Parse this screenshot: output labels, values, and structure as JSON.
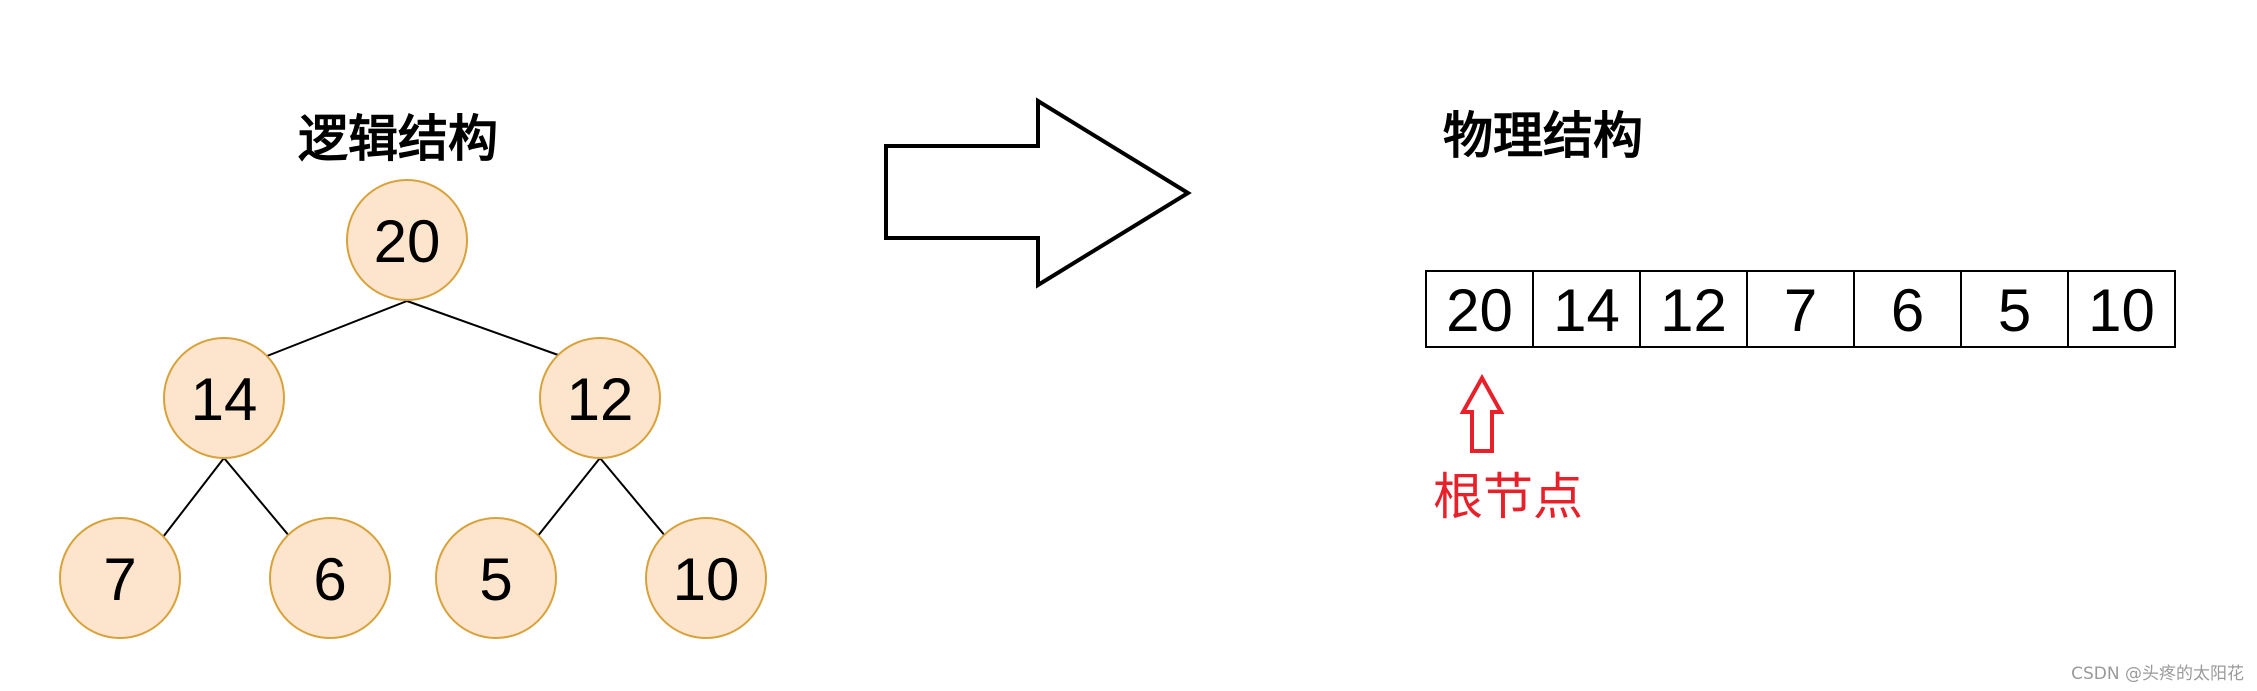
{
  "logical": {
    "title": "逻辑结构",
    "nodes": [
      "20",
      "14",
      "12",
      "7",
      "6",
      "5",
      "10"
    ]
  },
  "physical": {
    "title": "物理结构",
    "cells": [
      "20",
      "14",
      "12",
      "7",
      "6",
      "5",
      "10"
    ]
  },
  "root_label": "根节点",
  "watermark": "CSDN @头疼的太阳花",
  "colors": {
    "node_fill": "#fde5cd",
    "node_border": "#d8a23a",
    "root_red": "#e8202a"
  },
  "icons": {
    "transform_arrow": "right-arrow-icon",
    "root_pointer": "up-arrow-icon"
  }
}
